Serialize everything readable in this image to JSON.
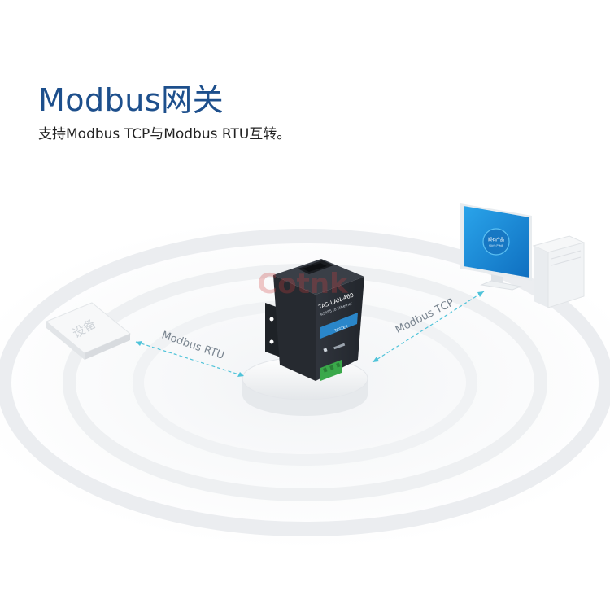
{
  "header": {
    "title": "Modbus网关",
    "subtitle": "支持Modbus TCP与Modbus RTU互转。"
  },
  "links": {
    "rtu_label": "Modbus RTU",
    "tcp_label": "Modbus TCP"
  },
  "device": {
    "model_label": "TAS-LAN-460",
    "sub_label": "RS485 to Ethernet",
    "brand_logo": "TASTEK",
    "watermark_text": "Cotnk"
  },
  "monitor": {
    "screen_text": "顺石产品",
    "screen_subtext": "保护生产数据"
  },
  "left_device": {
    "text": "设备"
  },
  "colors": {
    "title": "#1d4f8c",
    "link_line": "#4fc3d9",
    "device_body": "#2b2f36",
    "terminal": "#3aa84a",
    "screen": "#1a8fd6"
  },
  "icons": {
    "monitor": "monitor-icon",
    "server": "server-tower-icon",
    "gateway": "gateway-device-icon"
  }
}
